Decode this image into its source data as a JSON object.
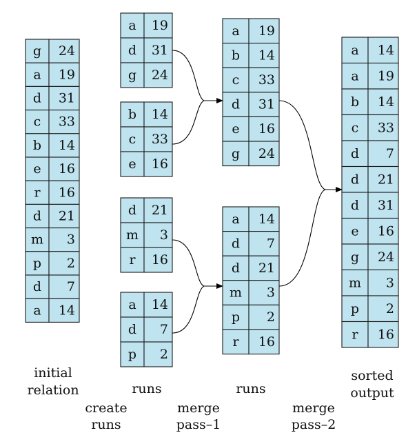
{
  "colors": {
    "cell_fill": "#bfe3ef",
    "cell_stroke": "#1a1a1a",
    "arrow": "#000000"
  },
  "tables": [
    {
      "name": "initial-relation",
      "rows": [
        [
          "g",
          "24"
        ],
        [
          "a",
          "19"
        ],
        [
          "d",
          "31"
        ],
        [
          "c",
          "33"
        ],
        [
          "b",
          "14"
        ],
        [
          "e",
          "16"
        ],
        [
          "r",
          "16"
        ],
        [
          "d",
          "21"
        ],
        [
          "m",
          "3"
        ],
        [
          "p",
          "2"
        ],
        [
          "d",
          "7"
        ],
        [
          "a",
          "14"
        ]
      ]
    },
    {
      "name": "run-1",
      "rows": [
        [
          "a",
          "19"
        ],
        [
          "d",
          "31"
        ],
        [
          "g",
          "24"
        ]
      ]
    },
    {
      "name": "run-2",
      "rows": [
        [
          "b",
          "14"
        ],
        [
          "c",
          "33"
        ],
        [
          "e",
          "16"
        ]
      ]
    },
    {
      "name": "run-3",
      "rows": [
        [
          "d",
          "21"
        ],
        [
          "m",
          "3"
        ],
        [
          "r",
          "16"
        ]
      ]
    },
    {
      "name": "run-4",
      "rows": [
        [
          "a",
          "14"
        ],
        [
          "d",
          "7"
        ],
        [
          "p",
          "2"
        ]
      ]
    },
    {
      "name": "merged-run-1",
      "rows": [
        [
          "a",
          "19"
        ],
        [
          "b",
          "14"
        ],
        [
          "c",
          "33"
        ],
        [
          "d",
          "31"
        ],
        [
          "e",
          "16"
        ],
        [
          "g",
          "24"
        ]
      ]
    },
    {
      "name": "merged-run-2",
      "rows": [
        [
          "a",
          "14"
        ],
        [
          "d",
          "7"
        ],
        [
          "d",
          "21"
        ],
        [
          "m",
          "3"
        ],
        [
          "p",
          "2"
        ],
        [
          "r",
          "16"
        ]
      ]
    },
    {
      "name": "sorted-output",
      "rows": [
        [
          "a",
          "14"
        ],
        [
          "a",
          "19"
        ],
        [
          "b",
          "14"
        ],
        [
          "c",
          "33"
        ],
        [
          "d",
          "7"
        ],
        [
          "d",
          "21"
        ],
        [
          "d",
          "31"
        ],
        [
          "e",
          "16"
        ],
        [
          "g",
          "24"
        ],
        [
          "m",
          "3"
        ],
        [
          "p",
          "2"
        ],
        [
          "r",
          "16"
        ]
      ]
    }
  ],
  "labels": {
    "initial_line1": "initial",
    "initial_line2": "relation",
    "runs_1": "runs",
    "runs_2": "runs",
    "sorted_line1": "sorted",
    "sorted_line2": "output",
    "create_line1": "create",
    "create_line2": "runs",
    "merge1_line1": "merge",
    "merge1_line2": "pass–1",
    "merge2_line1": "merge",
    "merge2_line2": "pass–2"
  }
}
